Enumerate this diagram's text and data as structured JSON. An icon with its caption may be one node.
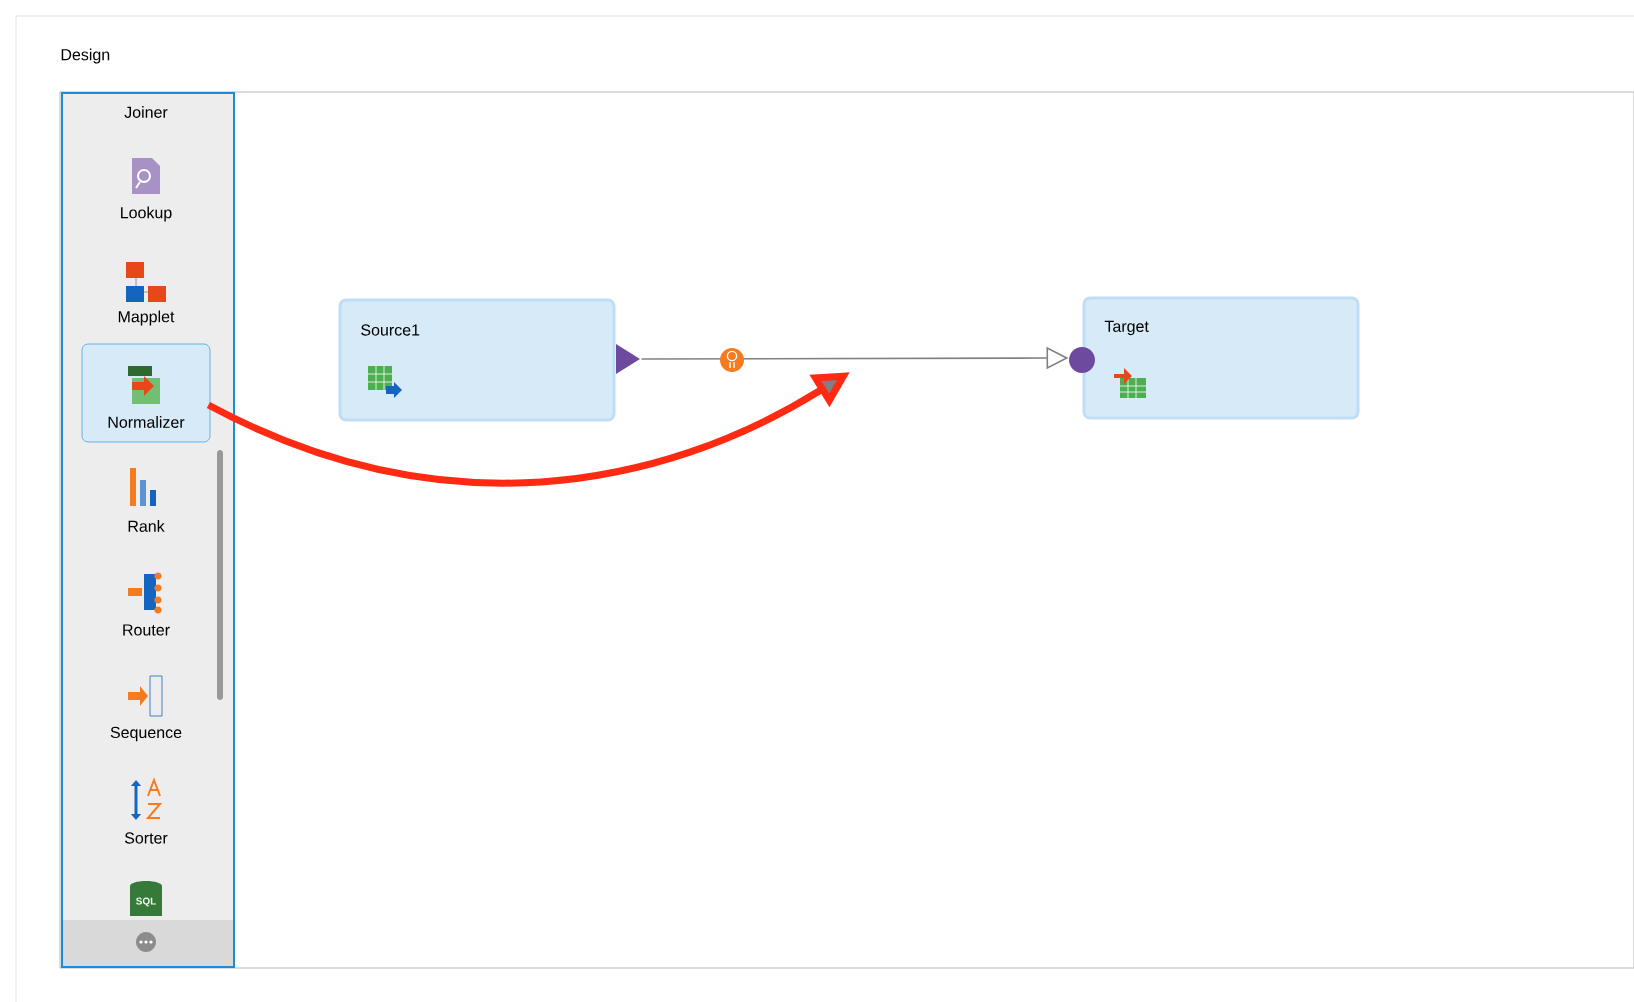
{
  "diagram": {
    "title": "Design",
    "nodes": [
      {
        "text": [
          "Normalizer"
        ]
      },
      {
        "text": [
          "Source1"
        ]
      },
      {
        "text": [
          "Target"
        ]
      }
    ],
    "edges": [
      {
        "from": 1,
        "to": 2,
        "arrow": "to"
      },
      {
        "from": 0,
        "to": null,
        "arrow": "to",
        "style": "thick",
        "color": "#ff2a12"
      }
    ],
    "labels": [
      "Joiner",
      "Lookup",
      "Mapplet",
      "Rank",
      "Router",
      "Sequence",
      "Sorter",
      "SQL"
    ]
  }
}
